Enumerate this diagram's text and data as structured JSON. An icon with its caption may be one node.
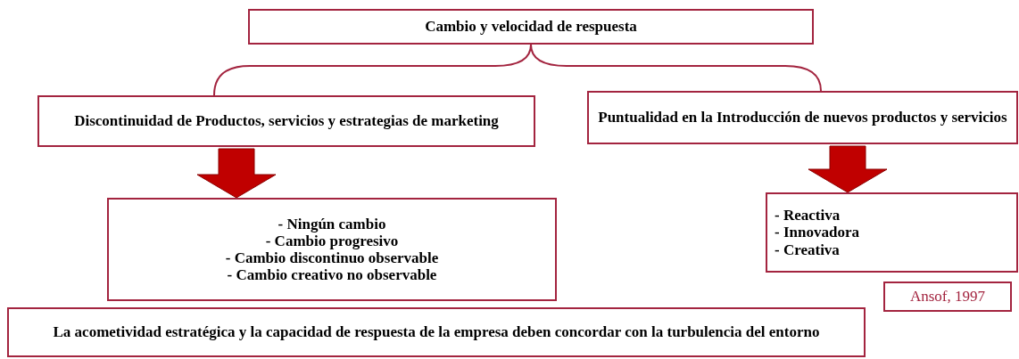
{
  "diagram": {
    "nodes": [
      {
        "text": [
          "Cambio y velocidad de respuesta"
        ]
      },
      {
        "text": [
          "Discontinuidad de Productos, servicios y estrategias de marketing"
        ]
      },
      {
        "text": [
          "Puntualidad en la Introducción de nuevos productos y servicios"
        ]
      },
      {
        "text": [
          "- Ningún cambio",
          "- Cambio progresivo",
          "- Cambio discontinuo observable",
          "- Cambio creativo no observable"
        ]
      },
      {
        "text": [
          "- Reactiva",
          "- Innovadora",
          "- Creativa"
        ]
      },
      {
        "text": [
          "Ansof, 1997"
        ]
      },
      {
        "text": [
          "La acometividad estratégica y la capacidad de respuesta de la empresa deben concordar con la turbulencia del entorno"
        ]
      }
    ],
    "edges": [
      {
        "from": 0,
        "to": 1,
        "arrow": "none",
        "color": "#a3243f"
      },
      {
        "from": 0,
        "to": 2,
        "arrow": "none",
        "color": "#a3243f"
      },
      {
        "from": 1,
        "to": 3,
        "arrow": "to",
        "style": "thick",
        "color": "#c00000"
      },
      {
        "from": 2,
        "to": 4,
        "arrow": "to",
        "style": "thick",
        "color": "#c00000"
      }
    ]
  }
}
